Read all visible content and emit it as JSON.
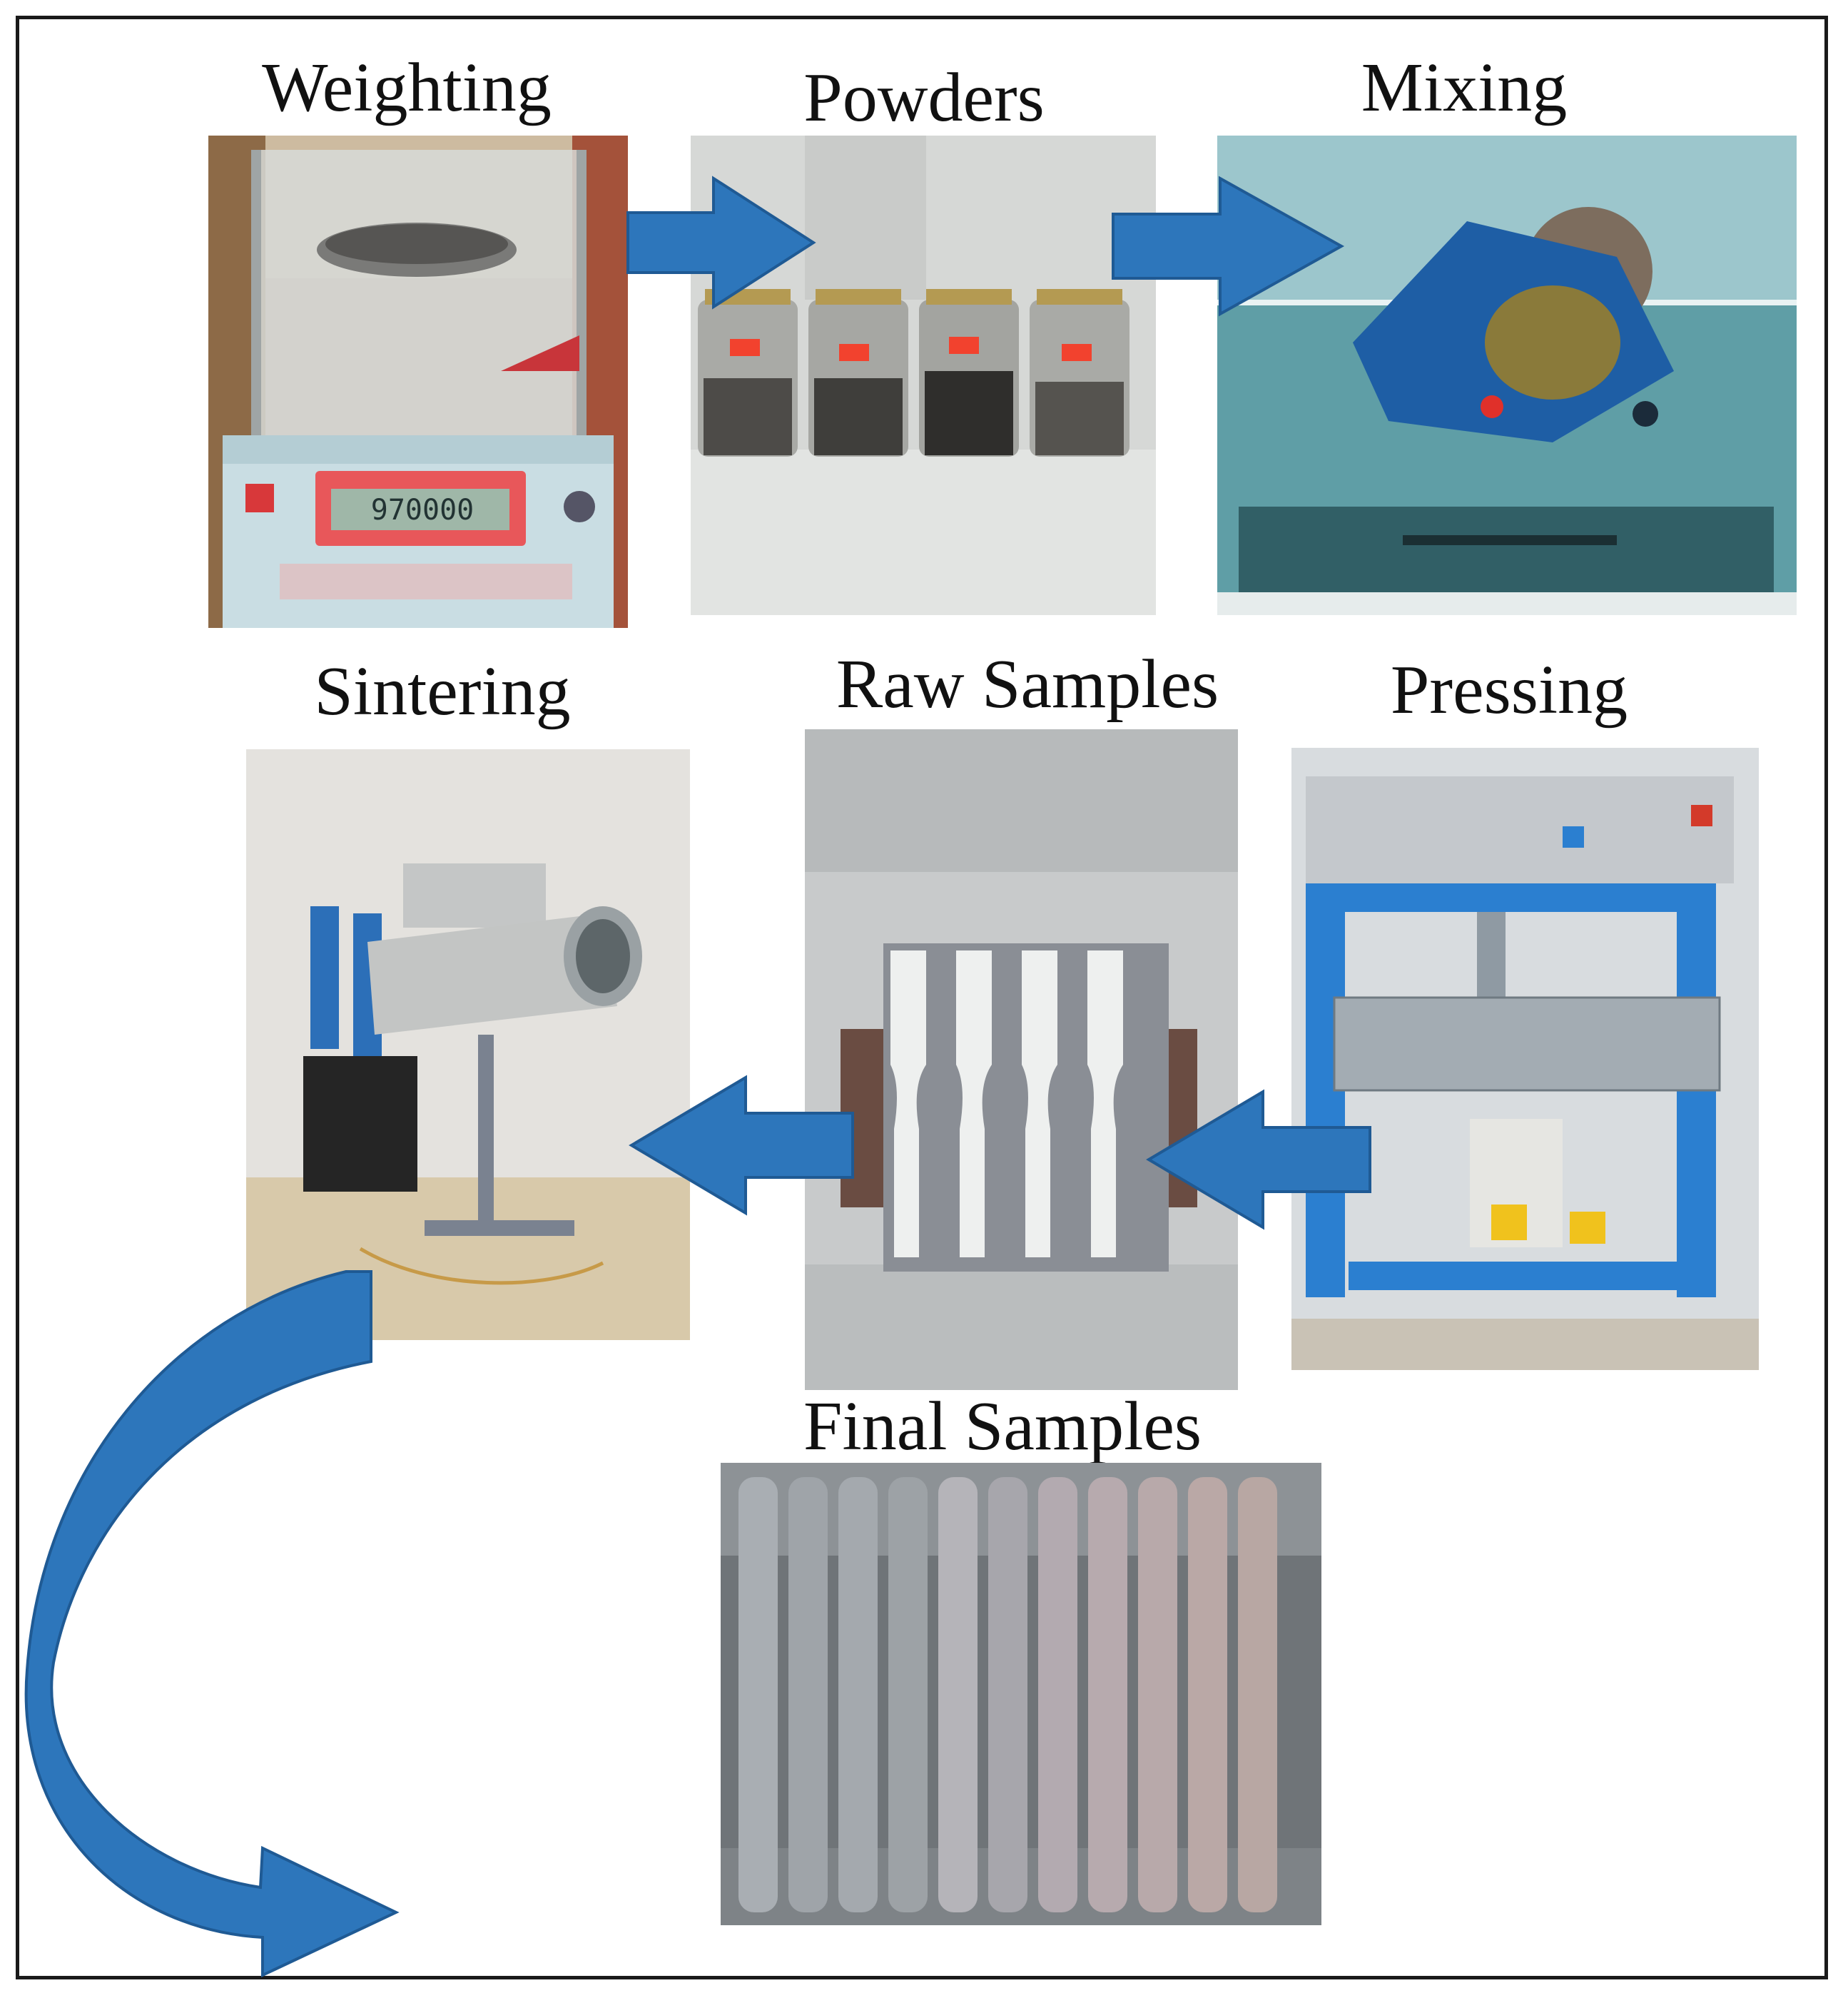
{
  "steps": {
    "weighting": "Weighting",
    "powders": "Powders",
    "mixing": "Mixing",
    "sintering": "Sintering",
    "raw_samples": "Raw Samples",
    "pressing": "Pressing",
    "final_samples": "Final Samples"
  },
  "scale_display": "970000",
  "colors": {
    "arrow_fill": "#2d76bb",
    "arrow_stroke": "#1f5a94",
    "frame": "#1a1a1a",
    "press_blue": "#2b7fd0"
  }
}
